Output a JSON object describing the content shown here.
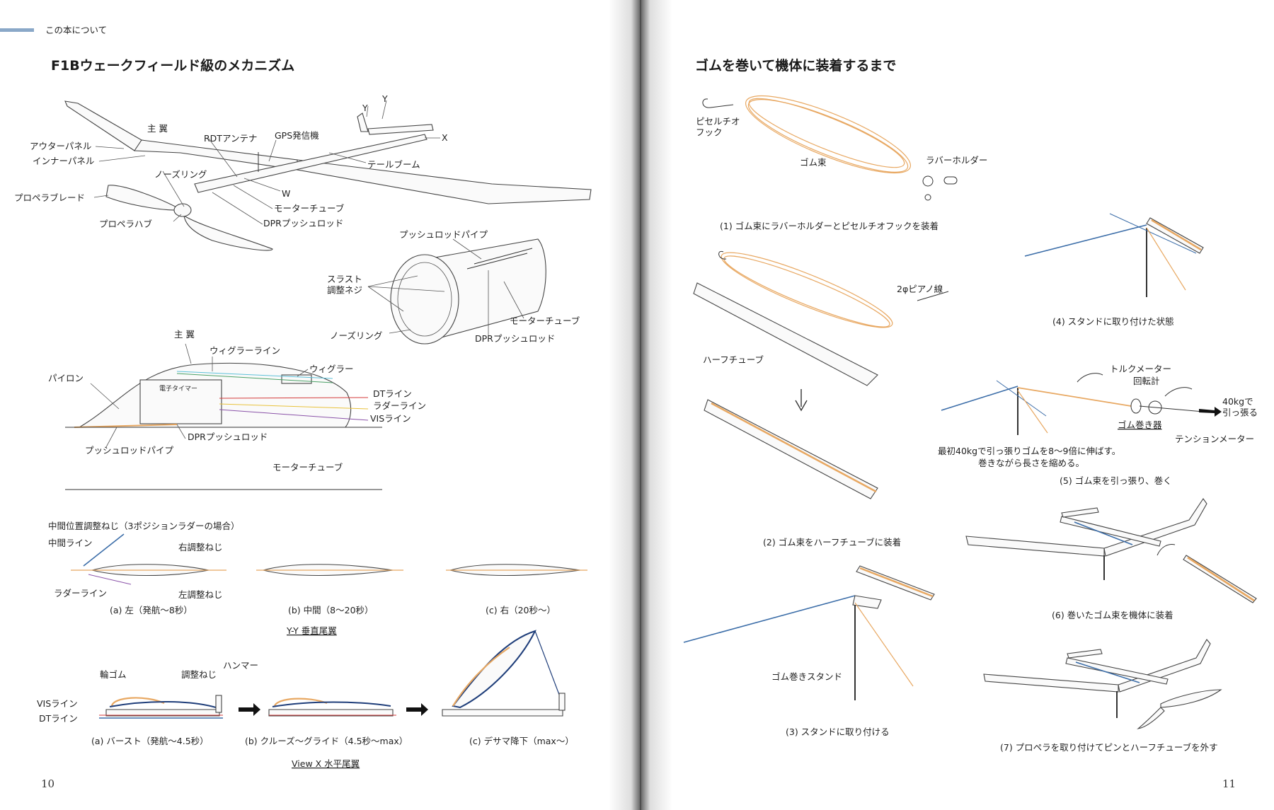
{
  "left_page": {
    "section": "この本について",
    "title": "F1Bウェークフィールド級のメカニズム",
    "page_number": "10",
    "overview_labels": {
      "main_wing": "主 翼",
      "rdt_antenna": "RDTアンテナ",
      "gps": "GPS発信機",
      "outer_panel": "アウターパネル",
      "inner_panel": "インナーパネル",
      "nose_ring": "ノーズリング",
      "prop_blade": "プロペラブレード",
      "prop_hub": "プロペラハブ",
      "tail_boom": "テールブーム",
      "w": "W",
      "motor_tube": "モーターチューブ",
      "dpr_rod": "DPRプッシュロッド",
      "x": "X",
      "y1": "Y",
      "y2": "Y"
    },
    "nose_labels": {
      "pushrod_pipe": "プッシュロッドパイプ",
      "thrust_screw": "スラスト\n調整ネジ",
      "motor_tube": "モーターチューブ",
      "nose_ring": "ノーズリング",
      "dpr_rod": "DPRプッシュロッド"
    },
    "pylon_labels": {
      "main_wing": "主 翼",
      "wiggler_line": "ウィグラーライン",
      "wiggler": "ウィグラー",
      "pylon": "パイロン",
      "timer": "電子タイマー",
      "dt_line": "DTライン",
      "rudder_line": "ラダーライン",
      "vis_line": "VISライン",
      "dpr_rod": "DPRプッシュロッド",
      "pushrod_pipe": "プッシュロッドパイプ",
      "motor_tube": "モーターチューブ"
    },
    "rudder_labels": {
      "middle_screw": "中間位置調整ねじ（3ポジションラダーの場合）",
      "middle_line": "中間ライン",
      "right_screw": "右調整ねじ",
      "rudder_line": "ラダーライン",
      "left_screw": "左調整ねじ",
      "cap_a": "(a) 左（発航～8秒）",
      "cap_b": "(b) 中間（8～20秒）",
      "cap_c": "(c) 右（20秒～）",
      "section": "Y-Y 垂直尾翼"
    },
    "stab_labels": {
      "rubber_band": "輪ゴム",
      "adjust_screw": "調整ねじ",
      "hammer": "ハンマー",
      "vis_line": "VISライン",
      "dt_line": "DTライン",
      "cap_a": "(a) バースト（発航～4.5秒）",
      "cap_b": "(b) クルーズ～グライド（4.5秒～max）",
      "cap_c": "(c) デサマ降下（max～）",
      "section": "View X 水平尾翼"
    }
  },
  "right_page": {
    "title": "ゴムを巻いて機体に装着するまで",
    "page_number": "11",
    "labels": {
      "hook": "ピセルチオ\nフック",
      "rubber_bundle": "ゴム束",
      "rubber_holder": "ラバーホルダー",
      "piano_wire": "2φピアノ線",
      "half_tube": "ハーフチューブ",
      "stand": "ゴム巻きスタンド",
      "torque_meter": "トルクメーター",
      "counter": "回転計",
      "winder": "ゴム巻き器",
      "pull": "40kgで\n引っ張る",
      "tension_meter": "テンションメーター",
      "note_1": "最初40kgで引っ張りゴムを8～9倍に伸ばす。",
      "note_2": "巻きながら長さを縮める。"
    },
    "steps": [
      "(1) ゴム束にラバーホルダーとピセルチオフックを装着",
      "(2) ゴム束をハーフチューブに装着",
      "(3) スタンドに取り付ける",
      "(4) スタンドに取り付けた状態",
      "(5) ゴム束を引っ張り、巻く",
      "(6) 巻いたゴム束を機体に装着",
      "(7) プロペラを取り付けてピンとハーフチューブを外す"
    ]
  },
  "colors": {
    "section_bar": "#8aa8c8",
    "rubber": "#e8a862",
    "line_blue": "#3b6da8"
  }
}
